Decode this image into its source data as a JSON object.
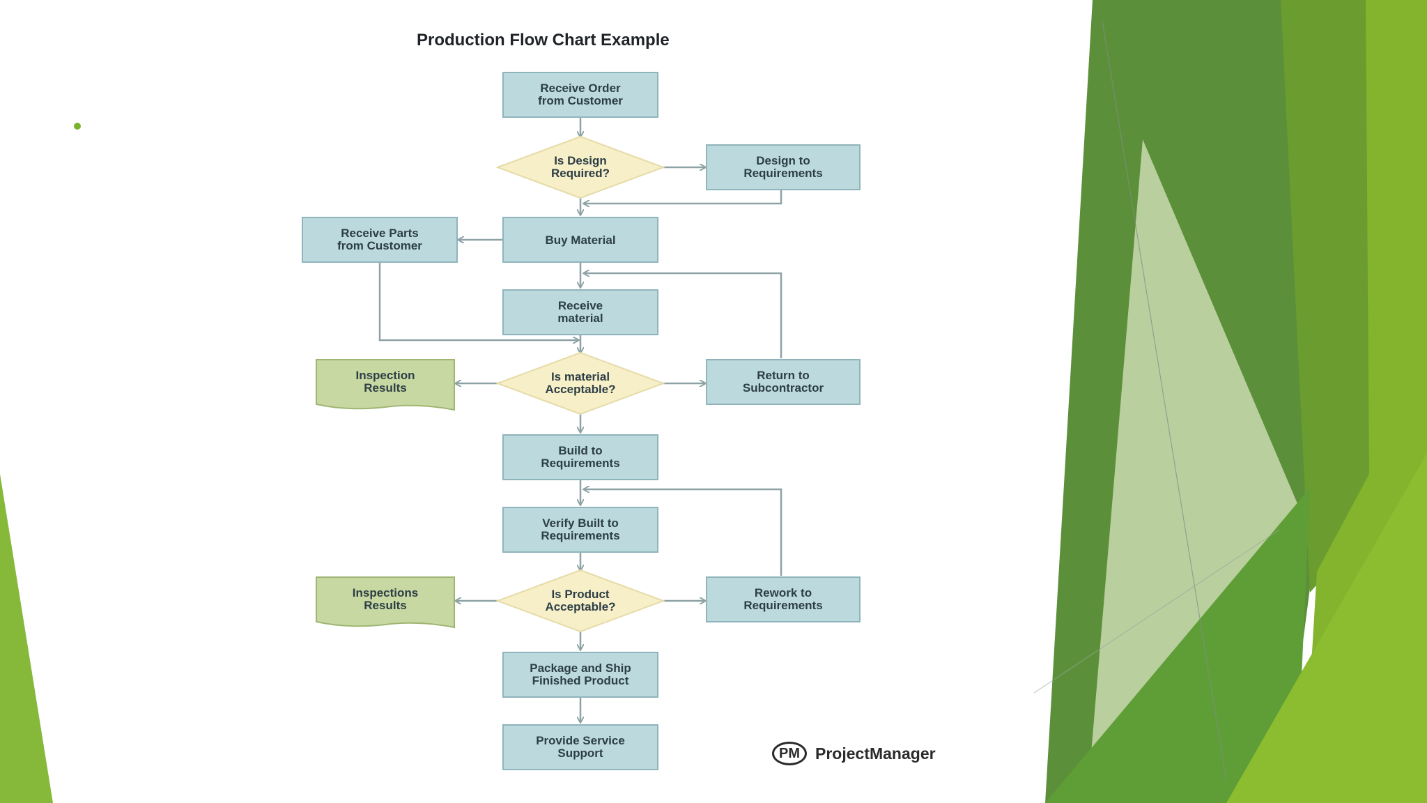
{
  "diagram": {
    "title": "Production Flow Chart Example",
    "nodes": {
      "receive_order": {
        "lines": [
          "Receive Order",
          "from Customer"
        ]
      },
      "design_required": {
        "lines": [
          "Is Design",
          "Required?"
        ]
      },
      "design_to_req": {
        "lines": [
          "Design to",
          "Requirements"
        ]
      },
      "receive_parts": {
        "lines": [
          "Receive Parts",
          "from Customer"
        ]
      },
      "buy_material": {
        "lines": [
          "Buy Material"
        ]
      },
      "receive_material": {
        "lines": [
          "Receive",
          "material"
        ]
      },
      "material_acceptable": {
        "lines": [
          "Is material",
          "Acceptable?"
        ]
      },
      "inspection_results": {
        "lines": [
          "Inspection",
          "Results"
        ]
      },
      "return_sub": {
        "lines": [
          "Return to",
          "Subcontractor"
        ]
      },
      "build_req": {
        "lines": [
          "Build to",
          "Requirements"
        ]
      },
      "verify_built": {
        "lines": [
          "Verify Built to",
          "Requirements"
        ]
      },
      "product_acceptable": {
        "lines": [
          "Is Product",
          "Acceptable?"
        ]
      },
      "inspections_results": {
        "lines": [
          "Inspections",
          "Results"
        ]
      },
      "rework_req": {
        "lines": [
          "Rework to",
          "Requirements"
        ]
      },
      "package_ship": {
        "lines": [
          "Package and Ship",
          "Finished Product"
        ]
      },
      "service_support": {
        "lines": [
          "Provide Service",
          "Support"
        ]
      }
    }
  },
  "brand": {
    "logo_mark": "PM",
    "name": "ProjectManager"
  },
  "colors": {
    "process_fill": "#bcd9de",
    "process_stroke": "#8fb4bb",
    "decision_fill": "#f7efc8",
    "decision_stroke": "#e6dba8",
    "document_fill": "#c8d8a2",
    "document_stroke": "#9fb673",
    "arrow": "#8ea2a6",
    "text": "#2c3e45",
    "accent_green": "#7ab32e"
  }
}
